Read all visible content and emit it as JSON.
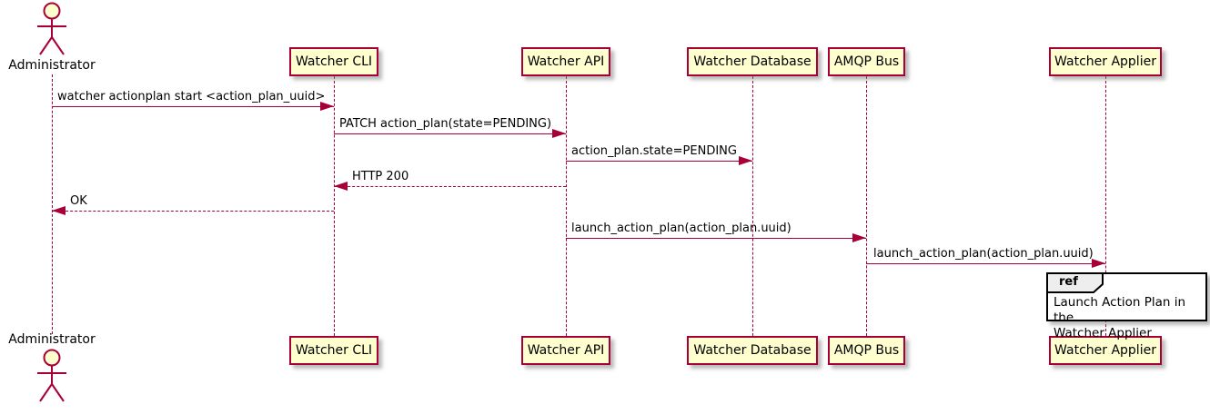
{
  "diagram": {
    "type": "sequence",
    "background": "#ffffff",
    "accent_color": "#A80036",
    "participant_fill": "#FEFECE",
    "ref_tag_fill": "#EEEEEE",
    "actor": {
      "label": "Administrator"
    },
    "participants": [
      {
        "label": "Watcher CLI"
      },
      {
        "label": "Watcher API"
      },
      {
        "label": "Watcher Database"
      },
      {
        "label": "AMQP Bus"
      },
      {
        "label": "Watcher Applier"
      }
    ],
    "messages": [
      {
        "label": "watcher actionplan start <action_plan_uuid>",
        "from": "Administrator",
        "to": "Watcher CLI",
        "line": "solid",
        "direction": "right"
      },
      {
        "label": "PATCH action_plan(state=PENDING)",
        "from": "Watcher CLI",
        "to": "Watcher API",
        "line": "solid",
        "direction": "right"
      },
      {
        "label": "action_plan.state=PENDING",
        "from": "Watcher API",
        "to": "Watcher Database",
        "line": "solid",
        "direction": "right"
      },
      {
        "label": "HTTP 200",
        "from": "Watcher API",
        "to": "Watcher CLI",
        "line": "dashed",
        "direction": "left"
      },
      {
        "label": "OK",
        "from": "Watcher CLI",
        "to": "Administrator",
        "line": "dashed",
        "direction": "left"
      },
      {
        "label": "launch_action_plan(action_plan.uuid)",
        "from": "Watcher API",
        "to": "AMQP Bus",
        "line": "solid",
        "direction": "right"
      },
      {
        "label": "launch_action_plan(action_plan.uuid)",
        "from": "AMQP Bus",
        "to": "Watcher Applier",
        "line": "solid",
        "direction": "right"
      }
    ],
    "ref_fragment": {
      "tag": "ref",
      "over": "Watcher Applier",
      "text": "Launch Action Plan in the\nWatcher Applier"
    }
  }
}
